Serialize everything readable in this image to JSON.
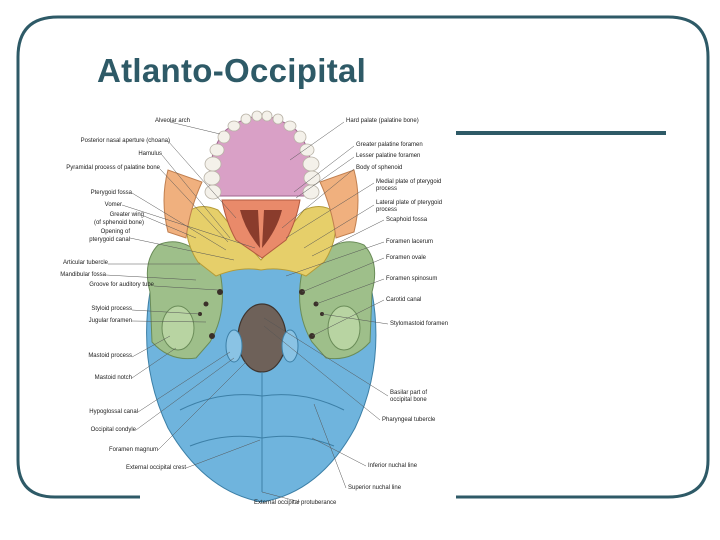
{
  "slide": {
    "title": "Atlanto-Occipital",
    "colors": {
      "title": "#2e5a67",
      "frame": "#2e5a67",
      "occipital": "#6fb4dd",
      "temporal": "#9ebf8a",
      "sphenoid": "#e6cf6a",
      "palatine": "#d9a0c6",
      "vomer": "#e98a6a",
      "zygomatic": "#f0b07e"
    }
  },
  "figure": {
    "labels_left": [
      "Alveolar arch",
      "Posterior nasal aperture (choana)",
      "Hamulus",
      "Pyramidal process of palatine bone",
      "Pterygoid fossa",
      "Vomer",
      "Greater wing",
      "(of sphenoid bone)",
      "Opening of",
      "pterygoid canal",
      "Articular tubercle",
      "Mandibular fossa",
      "Groove for auditory tube",
      "Styloid process",
      "Jugular foramen",
      "Mastoid process",
      "Mastoid notch",
      "Hypoglossal canal",
      "Occipital condyle",
      "Foramen magnum",
      "External occipital crest",
      "External occipital protuberance"
    ],
    "labels_right": [
      "Hard palate (palatine bone)",
      "Greater palatine foramen",
      "Lesser palatine foramen",
      "Body of sphenoid",
      "Medial plate of pterygoid",
      "process",
      "Lateral plate of pterygoid",
      "process",
      "Scaphoid fossa",
      "Foramen lacerum",
      "Foramen ovale",
      "Foramen spinosum",
      "Carotid canal",
      "Stylomastoid foramen",
      "Basilar part of",
      "occipital bone",
      "Pharyngeal tubercle",
      "Inferior nuchal line",
      "Superior nuchal line"
    ]
  }
}
